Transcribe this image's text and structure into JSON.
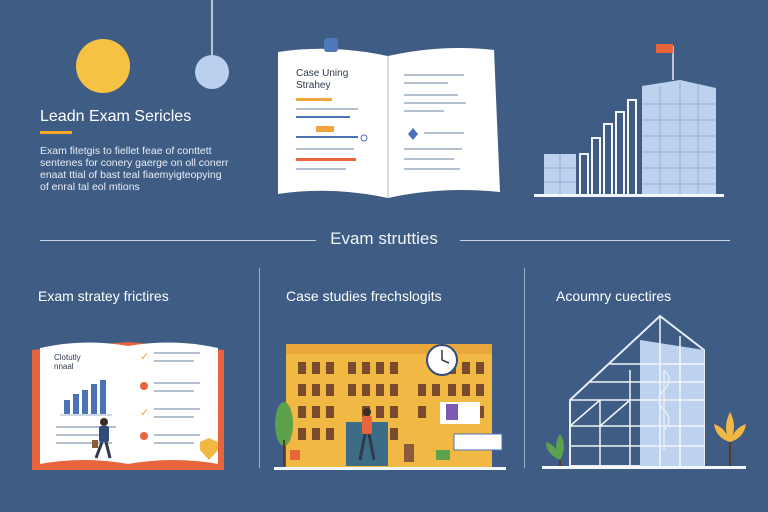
{
  "hero": {
    "title": "Leadn Exam Sericles",
    "lines": [
      "Exam fitetgis to fiellet feae of conttett",
      "sentenes for conery gaerge on oll conerr",
      "enaat ttial of bast teal fiaemyigteopying",
      "of enral tal eol mtions"
    ]
  },
  "book_illustration": {
    "title_line1": "Case Uning",
    "title_line2": "Strahey"
  },
  "section": {
    "title": "Evam strutties"
  },
  "columns": [
    {
      "title": "Exam stratey frictires"
    },
    {
      "title": "Case studies frechslogits"
    },
    {
      "title": "Acoumry cuectires"
    }
  ],
  "left_book": {
    "title_line1": "Clotutly",
    "title_line2": "nnaal"
  },
  "colors": {
    "background": "#3f5d84",
    "accent_orange": "#f5a623",
    "building_yellow": "#f2b844",
    "glass_blue": "#bcd2ee",
    "flag": "#e8643c"
  }
}
